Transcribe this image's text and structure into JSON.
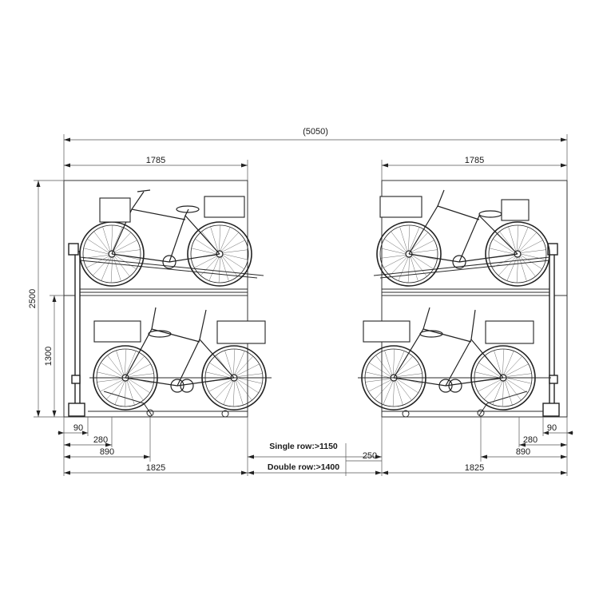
{
  "dimensions": {
    "overall": "(5050)",
    "top_left_width": "1785",
    "top_right_width": "1785",
    "height_total": "2500",
    "height_lower": "1300",
    "left_90": "90",
    "left_280": "280",
    "left_890": "890",
    "left_1825": "1825",
    "right_90": "90",
    "right_280": "280",
    "right_890": "890",
    "right_1825": "1825",
    "single_row": "Single row:>1150",
    "double_row": "Double row:>1400",
    "gap_250": "250"
  }
}
